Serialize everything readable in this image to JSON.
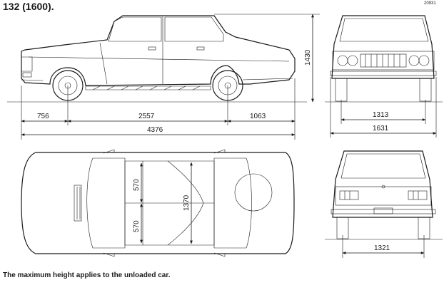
{
  "title": "132 (1600).",
  "drawing_code": "20931",
  "footnote": "The maximum height applies to the unloaded car.",
  "dimensions": {
    "front_overhang": "756",
    "wheelbase": "2557",
    "rear_overhang": "1063",
    "length": "4376",
    "height": "1430",
    "front_track": "1313",
    "width": "1631",
    "rear_track": "1321",
    "front_seat_depth": "570",
    "rear_seat_depth": "570",
    "interior_width": "1370"
  }
}
